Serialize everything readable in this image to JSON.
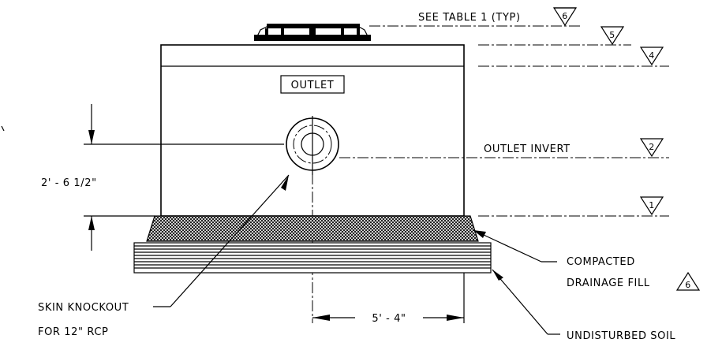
{
  "labels": {
    "see_table": "SEE TABLE 1 (TYP)",
    "outlet_box": "OUTLET",
    "outlet_invert": "OUTLET INVERT",
    "height_dim": "2' - 6 1/2\"",
    "width_dim": "5' - 4\"",
    "skin_knockout_line1": "SKIN KNOCKOUT",
    "skin_knockout_line2": "FOR 12\" RCP",
    "compacted_line1": "COMPACTED",
    "compacted_line2": "DRAINAGE FILL",
    "undisturbed_soil": "UNDISTURBED SOIL"
  },
  "markers": {
    "m1": "1",
    "m2": "2",
    "m4": "4",
    "m5": "5",
    "m6": "6",
    "fill_note": "6"
  }
}
